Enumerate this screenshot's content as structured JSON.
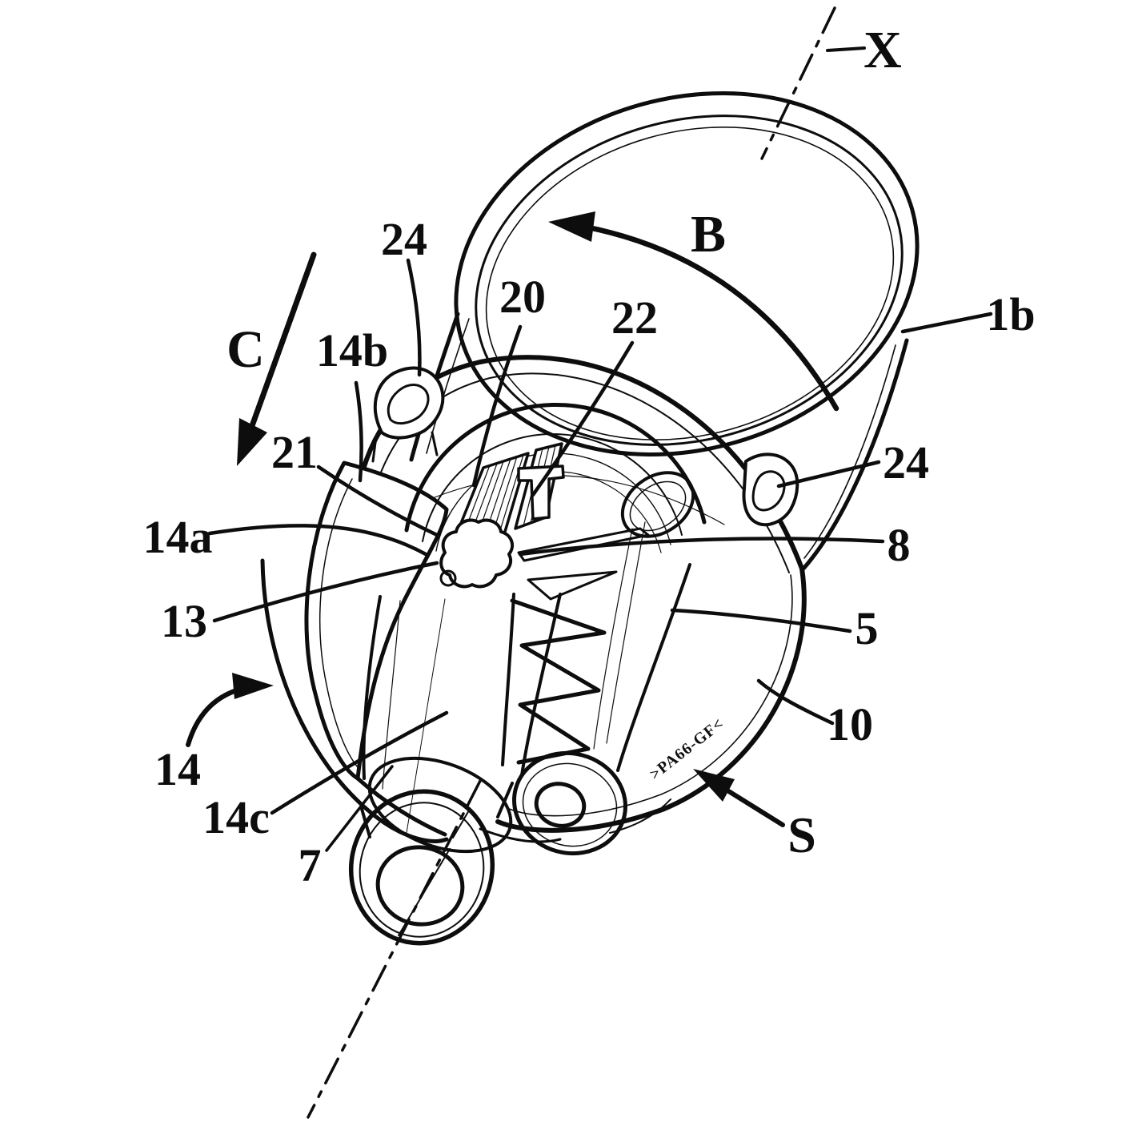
{
  "figure": {
    "type": "patent-line-drawing",
    "subject": "coaxial connector / pump-head assembly with bayonet collar and twin outlet stubs",
    "material_marking": ">PA66-GF<",
    "labels": [
      {
        "id": "axis-x",
        "text": "X"
      },
      {
        "id": "arrow-b",
        "text": "B"
      },
      {
        "id": "arrow-c",
        "text": "C"
      },
      {
        "id": "lug-left",
        "text": "24"
      },
      {
        "id": "ref-14b",
        "text": "14b"
      },
      {
        "id": "ref-20",
        "text": "20"
      },
      {
        "id": "ref-22",
        "text": "22"
      },
      {
        "id": "ref-21",
        "text": "21"
      },
      {
        "id": "ref-1b",
        "text": "1b"
      },
      {
        "id": "lug-right",
        "text": "24"
      },
      {
        "id": "ref-14a",
        "text": "14a"
      },
      {
        "id": "ref-8",
        "text": "8"
      },
      {
        "id": "ref-13",
        "text": "13"
      },
      {
        "id": "ref-5",
        "text": "5"
      },
      {
        "id": "ref-14",
        "text": "14"
      },
      {
        "id": "ref-10",
        "text": "10"
      },
      {
        "id": "ref-14c",
        "text": "14c"
      },
      {
        "id": "ref-7",
        "text": "7"
      },
      {
        "id": "arrow-s",
        "text": "S"
      }
    ]
  }
}
